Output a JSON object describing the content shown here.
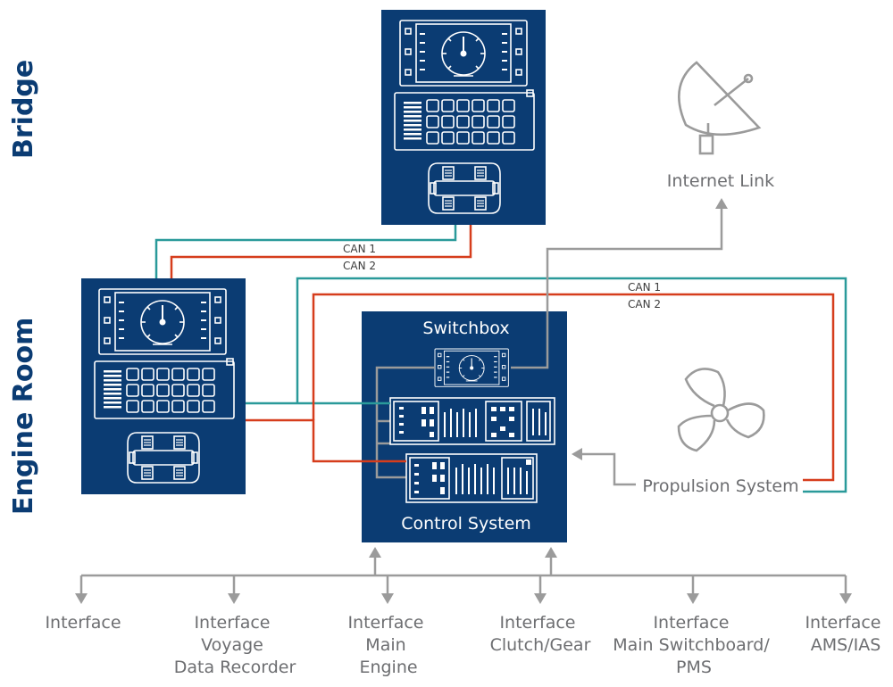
{
  "zones": {
    "bridge": "Bridge",
    "engine_room": "Engine Room"
  },
  "labels": {
    "internet_link": "Internet Link",
    "switchbox": "Switchbox",
    "control_system": "Control System",
    "propulsion_system": "Propulsion System",
    "can_upper_1": "CAN 1",
    "can_upper_2": "CAN 2",
    "can_right_1": "CAN 1",
    "can_right_2": "CAN 2"
  },
  "interfaces": [
    {
      "lines": [
        "Interface"
      ]
    },
    {
      "lines": [
        "Interface",
        "Voyage",
        "Data Recorder"
      ]
    },
    {
      "lines": [
        "Interface",
        "Main",
        "Engine"
      ]
    },
    {
      "lines": [
        "Interface",
        "Clutch/Gear"
      ]
    },
    {
      "lines": [
        "Interface",
        "Main Switchboard/",
        "PMS"
      ]
    },
    {
      "lines": [
        "Interface",
        "AMS/IAS"
      ]
    }
  ],
  "icons": {
    "satellite": "satellite-dish-icon",
    "propeller": "ship-propeller-icon"
  },
  "colors": {
    "panel": "#0b3c73",
    "can1": "#2a9a9a",
    "can2": "#d63d1c",
    "connector": "#9b9b9b",
    "label": "#6d6e71"
  }
}
